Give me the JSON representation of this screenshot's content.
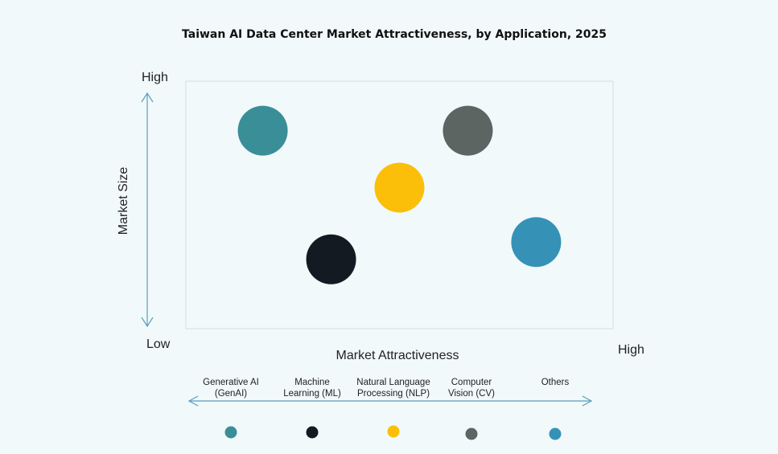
{
  "chart_data": {
    "type": "scatter",
    "title": "Taiwan AI Data Center Market Attractiveness,  by Application, 2025",
    "xlabel": "Market Attractiveness",
    "ylabel": "Market Size",
    "x_low_label": "Low",
    "x_high_label": "High",
    "y_high_label": "High",
    "xlim": [
      0,
      1
    ],
    "ylim": [
      0,
      1
    ],
    "series": [
      {
        "name": "Generative AI (GenAI)",
        "label_lines": [
          "Generative AI",
          "(GenAI)"
        ],
        "x": 0.18,
        "y": 0.8,
        "color": "#3a8e97"
      },
      {
        "name": "Machine Learning (ML)",
        "label_lines": [
          "Machine",
          "Learning (ML)"
        ],
        "x": 0.34,
        "y": 0.28,
        "color": "#141a22"
      },
      {
        "name": "Natural Language Processing (NLP)",
        "label_lines": [
          "Natural Language",
          "Processing (NLP)"
        ],
        "x": 0.5,
        "y": 0.57,
        "color": "#fbbf0a"
      },
      {
        "name": "Computer Vision (CV)",
        "label_lines": [
          "Computer",
          "Vision (CV)"
        ],
        "x": 0.66,
        "y": 0.8,
        "color": "#5c6562"
      },
      {
        "name": "Others",
        "label_lines": [
          "Others"
        ],
        "x": 0.82,
        "y": 0.35,
        "color": "#3592b6"
      }
    ],
    "grid": false,
    "legend_position": "bottom"
  },
  "colors": {
    "background": "#f1f9fa",
    "plot_border": "#d6dddd",
    "arrow": "#5a9fbd"
  }
}
